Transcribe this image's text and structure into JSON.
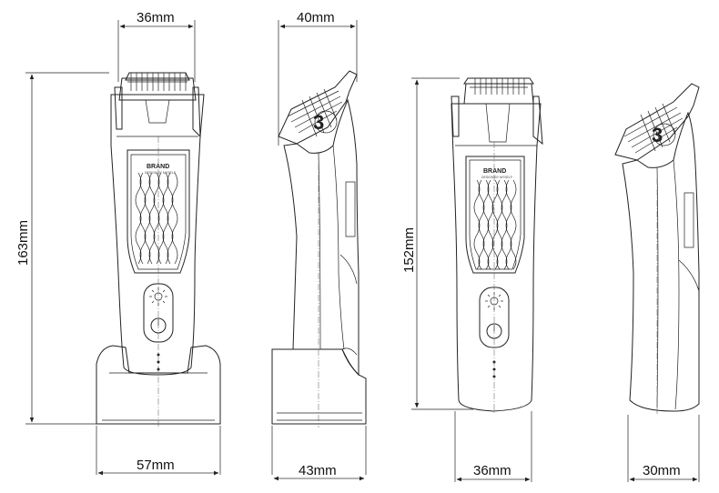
{
  "dimensions": {
    "front_width_top": "36mm",
    "front_height": "163mm",
    "front_base_width": "57mm",
    "side_width_top": "40mm",
    "side_base_width": "43mm",
    "front2_height": "152mm",
    "front2_width": "36mm",
    "side2_width": "30mm"
  },
  "product": {
    "brand": "BRAND",
    "brand_sub": "DESIGN BY MYSELF",
    "guide_number": "3"
  },
  "colors": {
    "line": "#222222",
    "background": "#ffffff"
  }
}
